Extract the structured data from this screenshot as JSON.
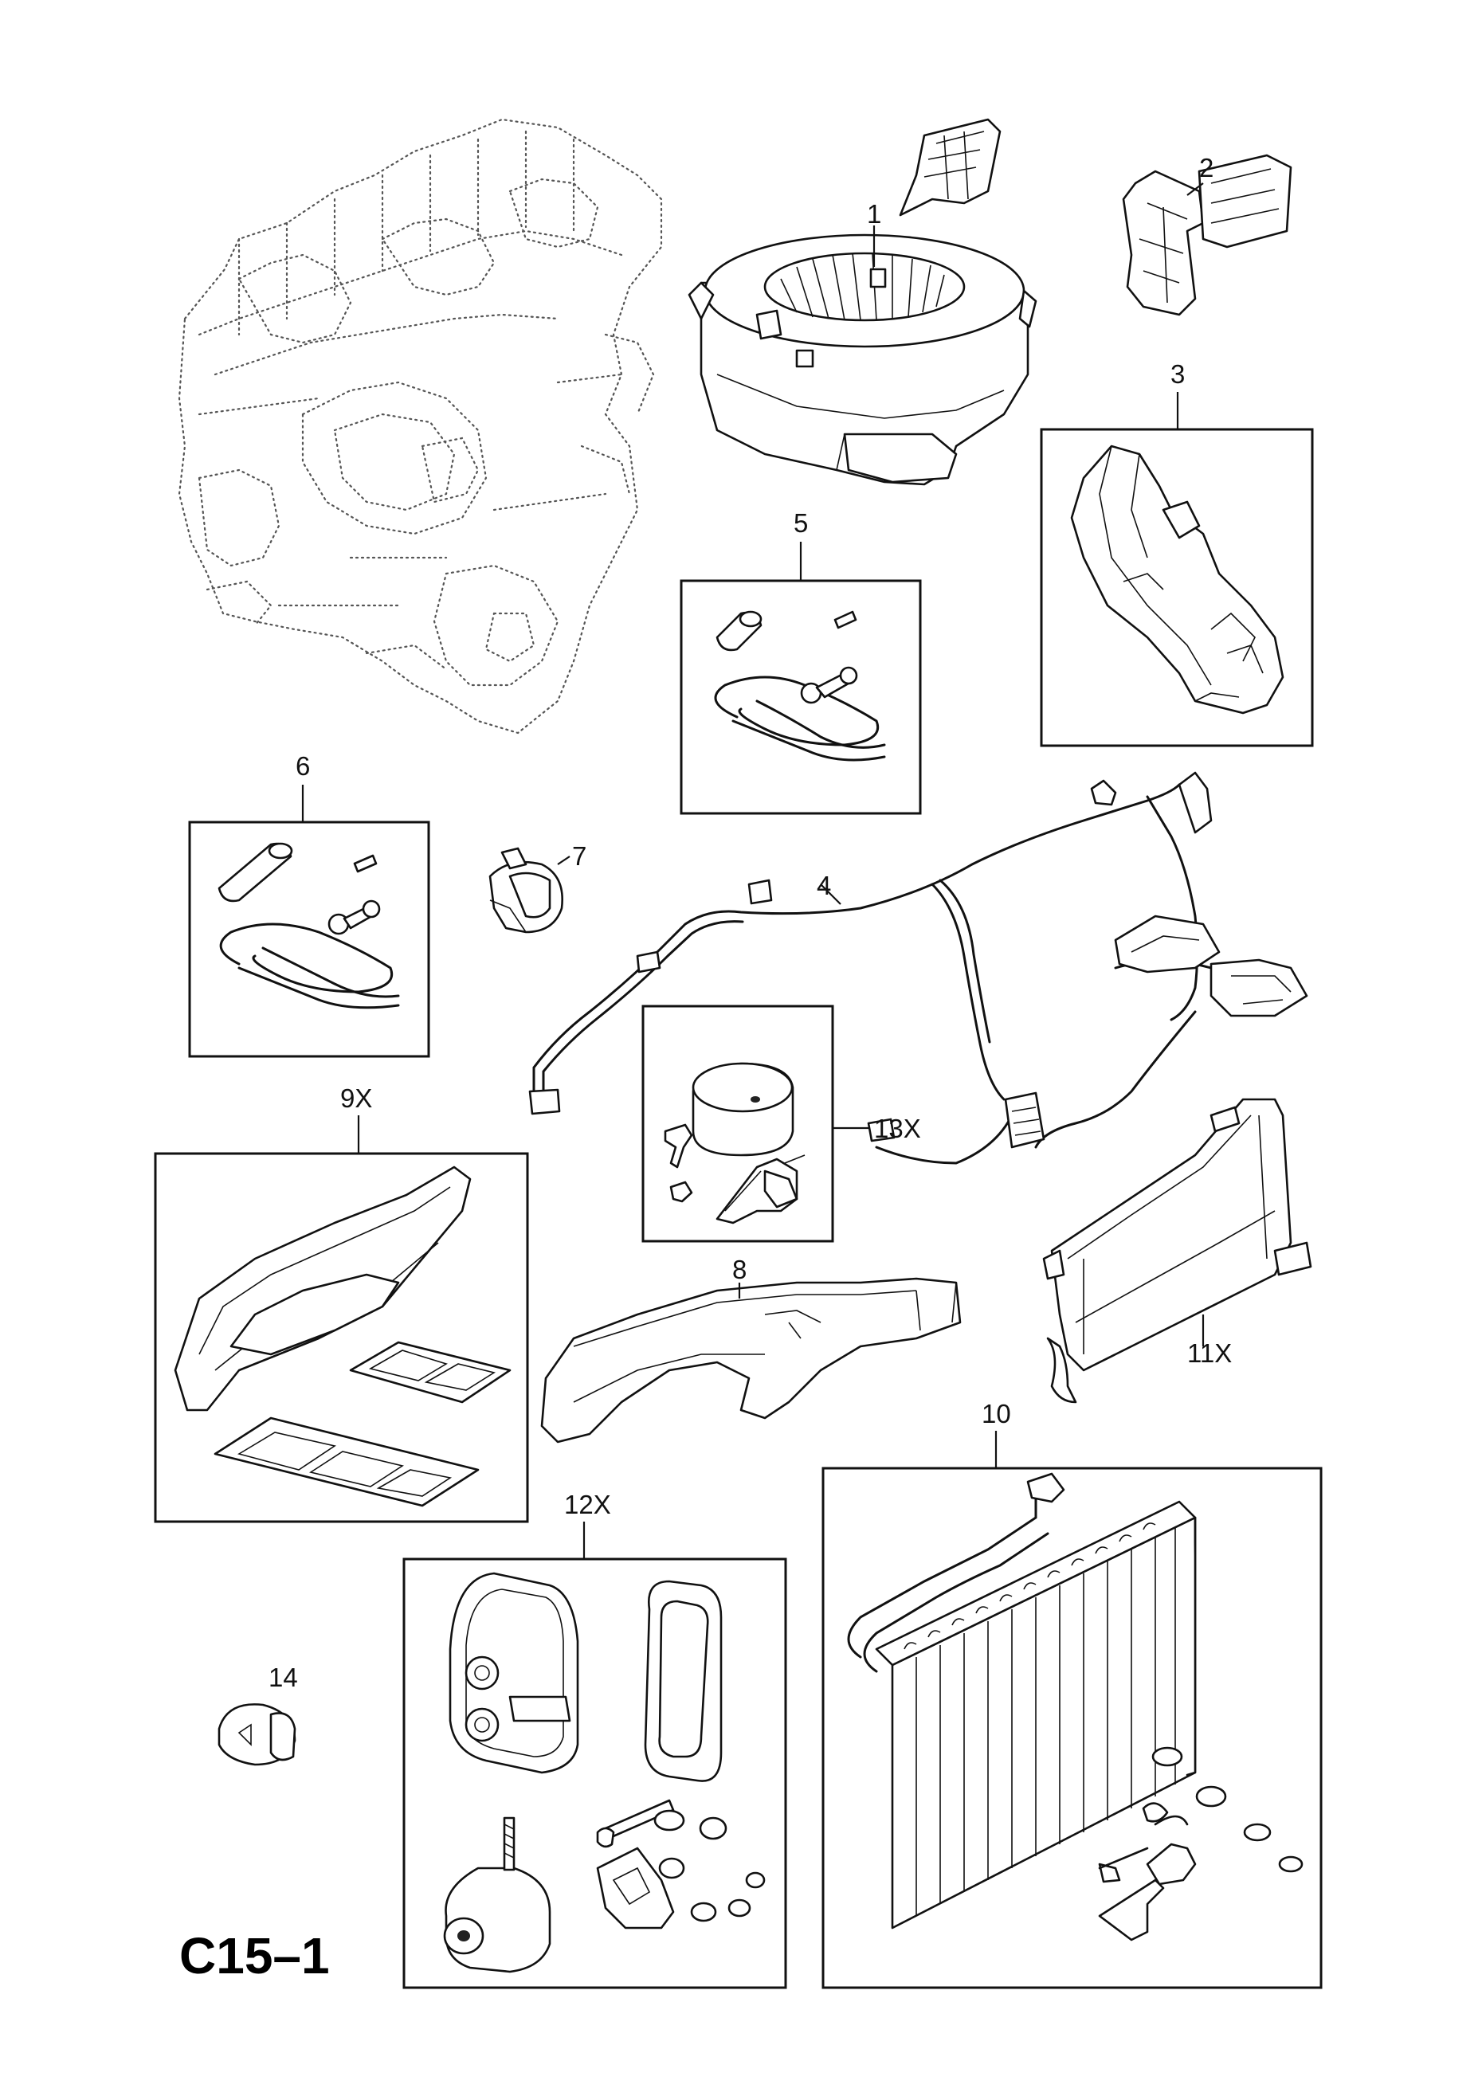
{
  "diagram_code": "C15–1",
  "callouts": {
    "c1": "1",
    "c2": "2",
    "c3": "3",
    "c4": "4",
    "c5": "5",
    "c6": "6",
    "c7": "7",
    "c8": "8",
    "c9x": "9X",
    "c10": "10",
    "c11x": "11X",
    "c12x": "12X",
    "c13x": "13X",
    "c14": "14"
  }
}
